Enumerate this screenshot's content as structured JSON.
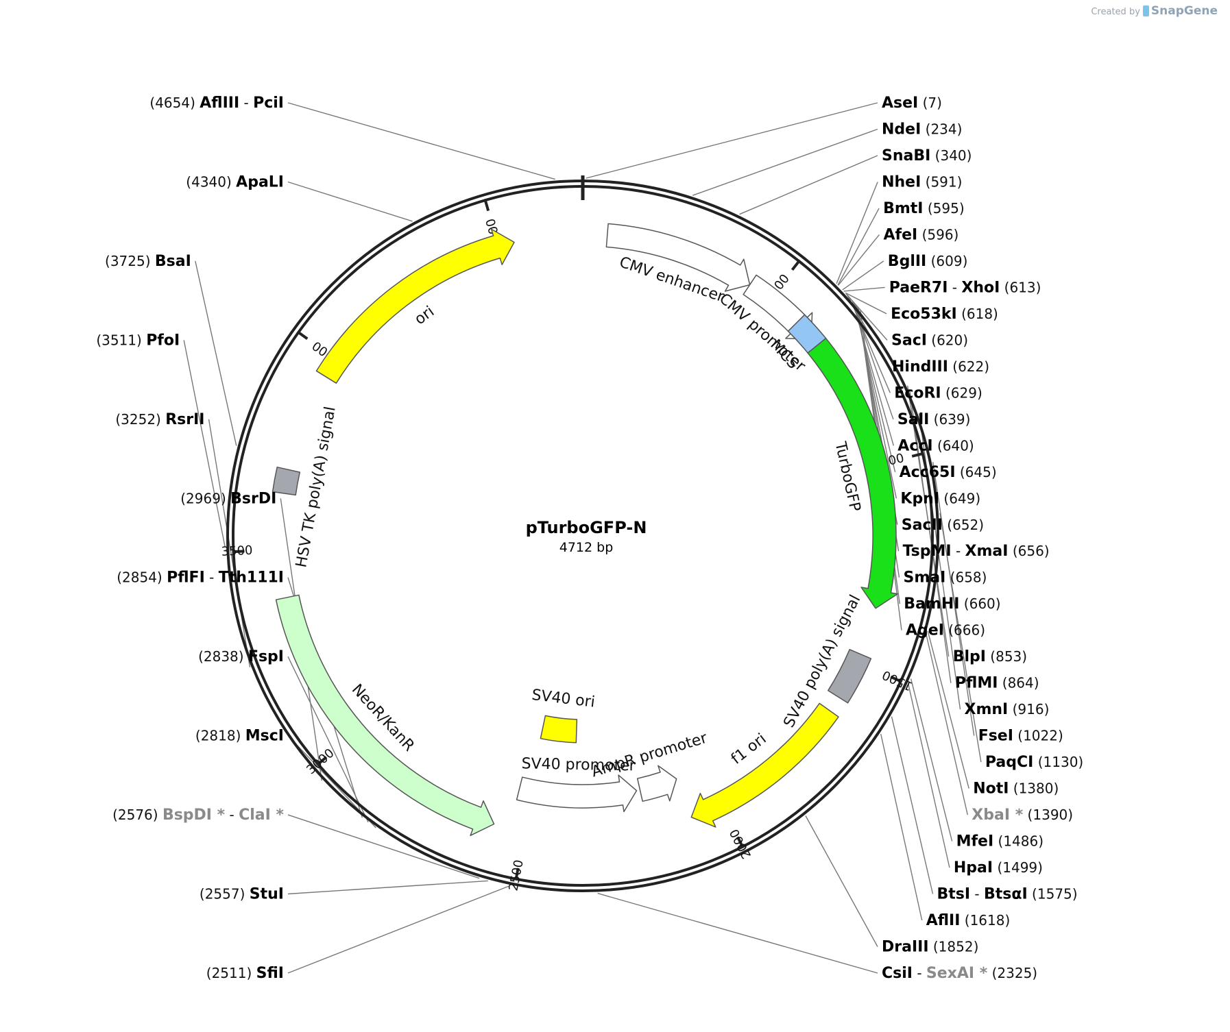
{
  "credit": {
    "prefix": "Created by",
    "brand": "SnapGene"
  },
  "plasmid": {
    "name": "pTurboGFP-N",
    "length_label": "4712 bp",
    "length": 4712
  },
  "ticks": [
    {
      "bp": 500,
      "label": "500"
    },
    {
      "bp": 1000,
      "label": "1000"
    },
    {
      "bp": 1500,
      "label": "1500"
    },
    {
      "bp": 2000,
      "label": "2000"
    },
    {
      "bp": 2500,
      "label": "2500"
    },
    {
      "bp": 3000,
      "label": "3000"
    },
    {
      "bp": 3500,
      "label": "3500"
    },
    {
      "bp": 4000,
      "label": "4000"
    },
    {
      "bp": 4500,
      "label": "4500"
    }
  ],
  "features": [
    {
      "name": "CMV enhancer",
      "start": 61,
      "end": 440,
      "dir": "fwd",
      "color": "#ffffff"
    },
    {
      "name": "CMV promoter",
      "start": 440,
      "end": 644,
      "dir": "fwd",
      "color": "#ffffff"
    },
    {
      "name": "MCS",
      "start": 590,
      "end": 666,
      "dir": "none",
      "color": "#93c6f5"
    },
    {
      "name": "TurboGFP",
      "start": 666,
      "end": 1360,
      "dir": "fwd",
      "color": "#1ae01a"
    },
    {
      "name": "SV40 poly(A) signal",
      "start": 1480,
      "end": 1600,
      "dir": "none",
      "color": "#a4a8ae"
    },
    {
      "name": "f1 ori",
      "start": 1640,
      "end": 2080,
      "dir": "fwd",
      "color": "#ffff00"
    },
    {
      "name": "AmpR promoter",
      "start": 2080,
      "end": 2190,
      "dir": "rev",
      "color": "#ffffff"
    },
    {
      "name": "SV40 promoter",
      "start": 2200,
      "end": 2540,
      "dir": "rev",
      "color": "#ffffff"
    },
    {
      "name": "SV40 ori",
      "start": 2380,
      "end": 2510,
      "dir": "none",
      "color": "#ffff00"
    },
    {
      "name": "NeoR/KanR",
      "start": 2580,
      "end": 3380,
      "dir": "rev",
      "color": "#ccffcc"
    },
    {
      "name": "HSV TK poly(A) signal",
      "start": 3640,
      "end": 3700,
      "dir": "none",
      "color": "#a4a8ae"
    },
    {
      "name": "ori",
      "start": 3950,
      "end": 4540,
      "dir": "fwd",
      "color": "#ffff00"
    }
  ],
  "sites": [
    {
      "pos": "(4654)",
      "enzymes": [
        "AflIII",
        "PciI"
      ],
      "bp": 4654
    },
    {
      "pos": "(7)",
      "enzymes": [
        "AseI"
      ],
      "bp": 7
    },
    {
      "pos": "(234)",
      "enzymes": [
        "NdeI"
      ],
      "bp": 234
    },
    {
      "pos": "(340)",
      "enzymes": [
        "SnaBI"
      ],
      "bp": 340
    },
    {
      "pos": "(591)",
      "enzymes": [
        "NheI"
      ],
      "bp": 591
    },
    {
      "pos": "(595)",
      "enzymes": [
        "BmtI"
      ],
      "bp": 595
    },
    {
      "pos": "(596)",
      "enzymes": [
        "AfeI"
      ],
      "bp": 596
    },
    {
      "pos": "(609)",
      "enzymes": [
        "BglII"
      ],
      "bp": 609
    },
    {
      "pos": "(613)",
      "enzymes": [
        "PaeR7I",
        "XhoI"
      ],
      "bp": 613
    },
    {
      "pos": "(618)",
      "enzymes": [
        "Eco53kI"
      ],
      "bp": 618
    },
    {
      "pos": "(620)",
      "enzymes": [
        "SacI"
      ],
      "bp": 620
    },
    {
      "pos": "(622)",
      "enzymes": [
        "HindIII"
      ],
      "bp": 622
    },
    {
      "pos": "(629)",
      "enzymes": [
        "EcoRI"
      ],
      "bp": 629
    },
    {
      "pos": "(639)",
      "enzymes": [
        "SalI"
      ],
      "bp": 639
    },
    {
      "pos": "(640)",
      "enzymes": [
        "AccI"
      ],
      "bp": 640
    },
    {
      "pos": "(645)",
      "enzymes": [
        "Acc65I"
      ],
      "bp": 645
    },
    {
      "pos": "(649)",
      "enzymes": [
        "KpnI"
      ],
      "bp": 649
    },
    {
      "pos": "(652)",
      "enzymes": [
        "SacII"
      ],
      "bp": 652
    },
    {
      "pos": "(656)",
      "enzymes": [
        "TspMI",
        "XmaI"
      ],
      "bp": 656
    },
    {
      "pos": "(658)",
      "enzymes": [
        "SmaI"
      ],
      "bp": 658
    },
    {
      "pos": "(660)",
      "enzymes": [
        "BamHI"
      ],
      "bp": 660
    },
    {
      "pos": "(666)",
      "enzymes": [
        "AgeI"
      ],
      "bp": 666
    },
    {
      "pos": "(853)",
      "enzymes": [
        "BlpI"
      ],
      "bp": 853
    },
    {
      "pos": "(864)",
      "enzymes": [
        "PflMI"
      ],
      "bp": 864
    },
    {
      "pos": "(916)",
      "enzymes": [
        "XmnI"
      ],
      "bp": 916
    },
    {
      "pos": "(1022)",
      "enzymes": [
        "FseI"
      ],
      "bp": 1022
    },
    {
      "pos": "(1130)",
      "enzymes": [
        "PaqCI"
      ],
      "bp": 1130
    },
    {
      "pos": "(1380)",
      "enzymes": [
        "NotI"
      ],
      "bp": 1380
    },
    {
      "pos": "(1390)",
      "enzymes": [
        "XbaI *"
      ],
      "dim": [
        true
      ],
      "bp": 1390
    },
    {
      "pos": "(1486)",
      "enzymes": [
        "MfeI"
      ],
      "bp": 1486
    },
    {
      "pos": "(1499)",
      "enzymes": [
        "HpaI"
      ],
      "bp": 1499
    },
    {
      "pos": "(1575)",
      "enzymes": [
        "BtsI",
        "BtsαI"
      ],
      "bp": 1575
    },
    {
      "pos": "(1618)",
      "enzymes": [
        "AflII"
      ],
      "bp": 1618
    },
    {
      "pos": "(1852)",
      "enzymes": [
        "DraIII"
      ],
      "bp": 1852
    },
    {
      "pos": "(2325)",
      "enzymes": [
        "CsiI",
        "SexAI *"
      ],
      "dim": [
        false,
        true
      ],
      "bp": 2325
    },
    {
      "pos": "(2511)",
      "enzymes": [
        "SfiI"
      ],
      "bp": 2511
    },
    {
      "pos": "(2557)",
      "enzymes": [
        "StuI"
      ],
      "bp": 2557
    },
    {
      "pos": "(2576)",
      "enzymes": [
        "BspDI *",
        "ClaI *"
      ],
      "dim": [
        true,
        true
      ],
      "bp": 2576
    },
    {
      "pos": "(2818)",
      "enzymes": [
        "MscI"
      ],
      "bp": 2818
    },
    {
      "pos": "(2838)",
      "enzymes": [
        "FspI"
      ],
      "bp": 2838
    },
    {
      "pos": "(2854)",
      "enzymes": [
        "PflFI",
        "Tth111I"
      ],
      "bp": 2854
    },
    {
      "pos": "(2969)",
      "enzymes": [
        "BsrDI"
      ],
      "bp": 2969
    },
    {
      "pos": "(3252)",
      "enzymes": [
        "RsrII"
      ],
      "bp": 3252
    },
    {
      "pos": "(3511)",
      "enzymes": [
        "PfoI"
      ],
      "bp": 3511
    },
    {
      "pos": "(3725)",
      "enzymes": [
        "BsaI"
      ],
      "bp": 3725
    },
    {
      "pos": "(4340)",
      "enzymes": [
        "ApaLI"
      ],
      "bp": 4340
    }
  ]
}
